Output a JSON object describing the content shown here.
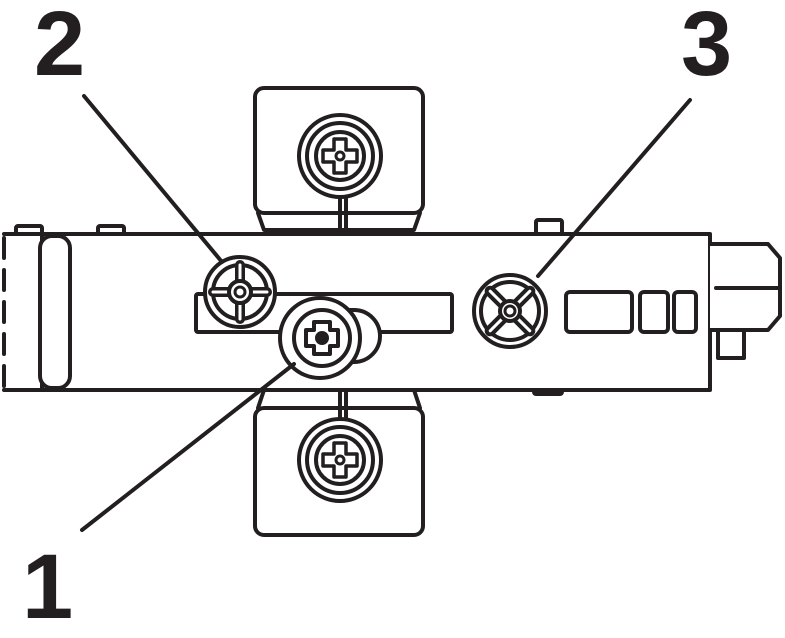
{
  "callouts": {
    "one": "1",
    "two": "2",
    "three": "3"
  },
  "colors": {
    "ink": "#231f20",
    "background": "#ffffff"
  }
}
